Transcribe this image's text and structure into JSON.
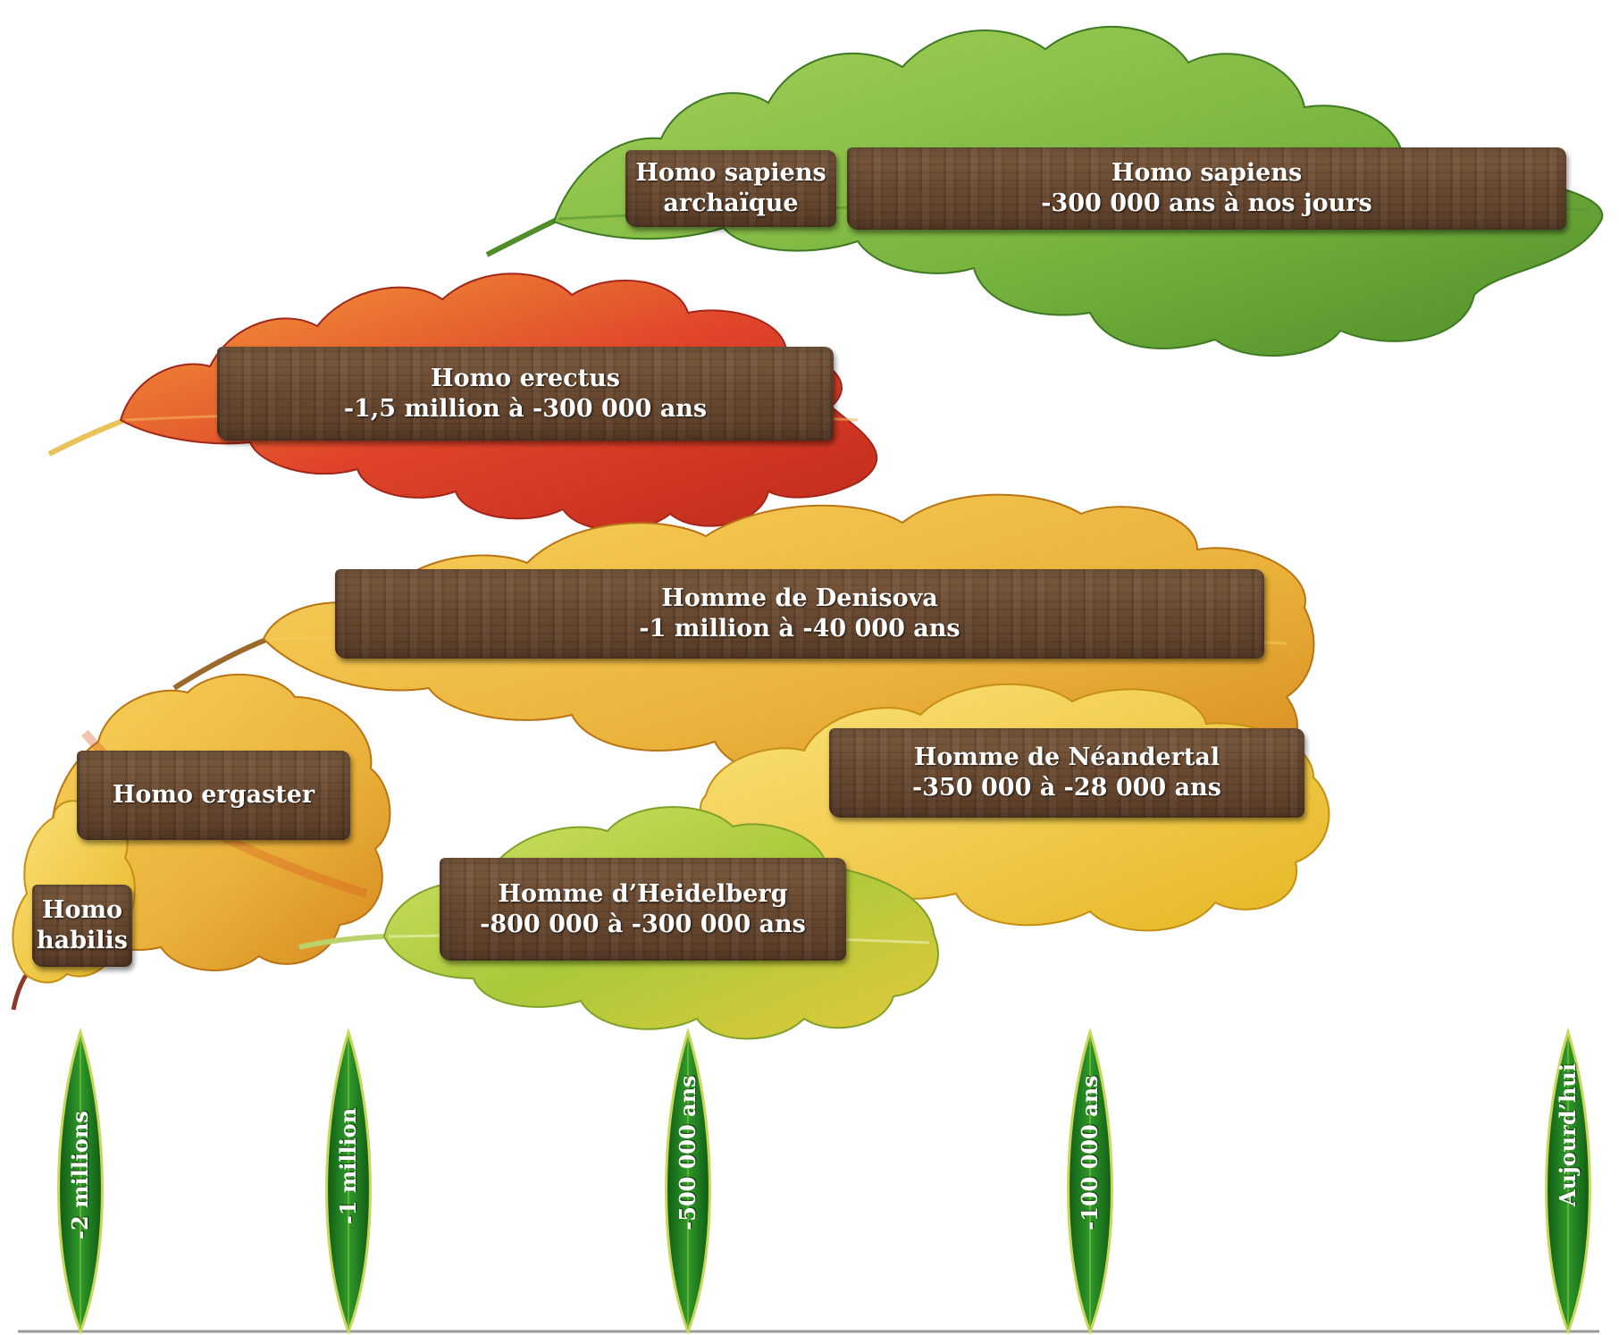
{
  "species": [
    {
      "id": "sapiens-archaique",
      "name": "Homo sapiens",
      "dates": "archaïque"
    },
    {
      "id": "sapiens",
      "name": "Homo sapiens",
      "dates": "-300 000 ans à nos jours"
    },
    {
      "id": "erectus",
      "name": "Homo erectus",
      "dates": "-1,5 million à -300 000 ans"
    },
    {
      "id": "denisova",
      "name": "Homme de Denisova",
      "dates": "-1 million à -40 000 ans"
    },
    {
      "id": "neandertal",
      "name": "Homme de Néandertal",
      "dates": "-350 000 à -28 000 ans"
    },
    {
      "id": "ergaster",
      "name": "Homo ergaster",
      "dates": ""
    },
    {
      "id": "heidelberg",
      "name": "Homme d’Heidelberg",
      "dates": "-800 000 à -300 000 ans"
    },
    {
      "id": "habilis",
      "name": "Homo",
      "dates": "habilis"
    }
  ],
  "timeline": {
    "ticks": [
      "-2 millions",
      "-1 million",
      "-500 000 ans",
      "-100 000 ans",
      "Aujourd’hui"
    ],
    "leaf_color": "#1f7a1f",
    "axis_color": "#9a9a9a"
  },
  "leaf_colors": {
    "green": "#7cb842",
    "red": "#e0452a",
    "yellow": "#eab13a",
    "light_green": "#b6cf3c"
  }
}
